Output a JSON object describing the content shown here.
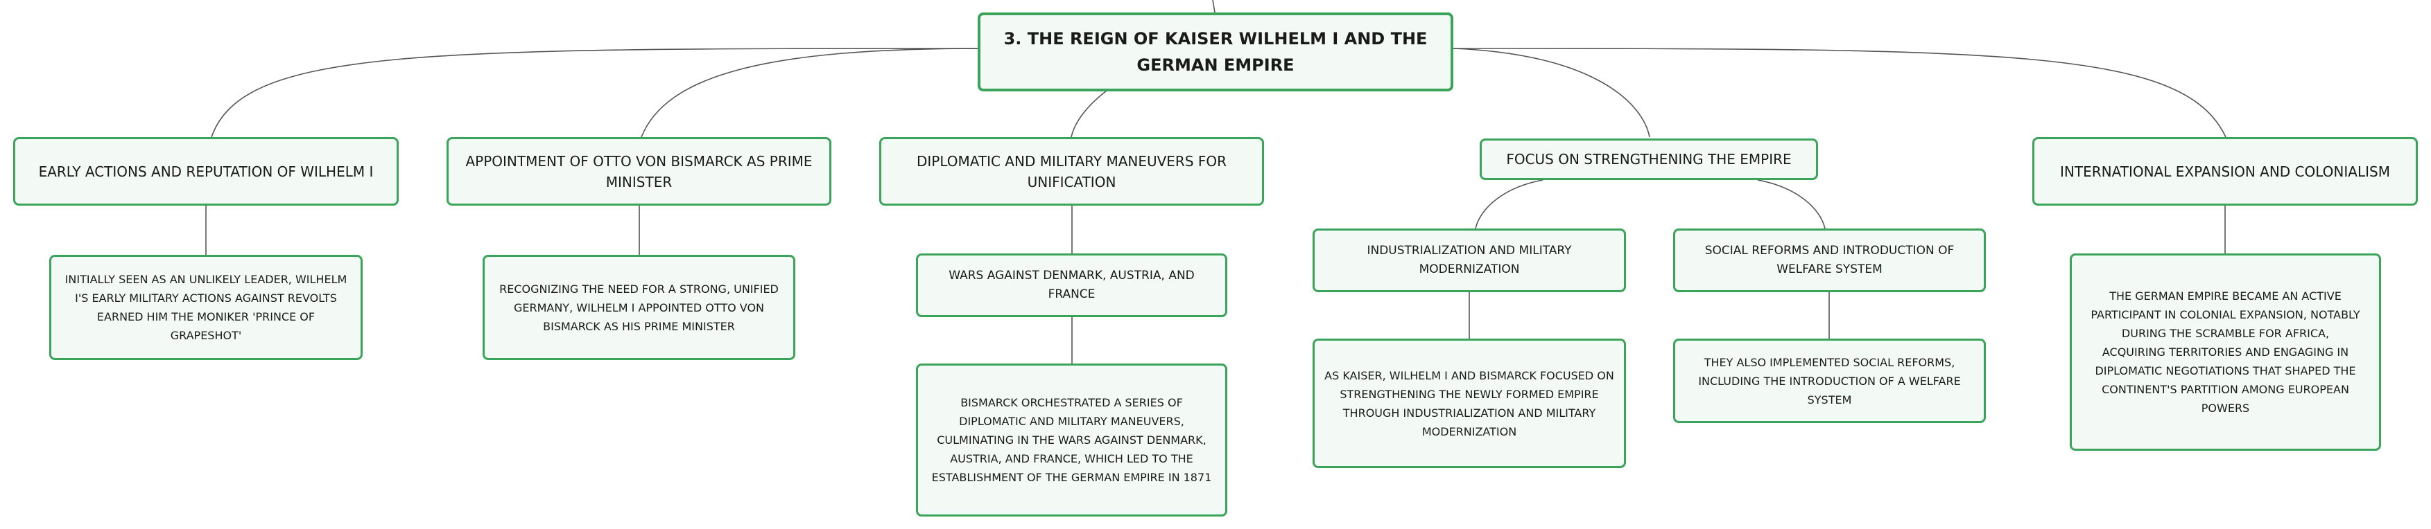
{
  "root": {
    "label": "3. THE REIGN OF KAISER WILHELM I AND THE GERMAN EMPIRE"
  },
  "branches": [
    {
      "label": "EARLY ACTIONS AND REPUTATION OF WILHELM I",
      "detail": "INITIALLY SEEN AS AN UNLIKELY LEADER, WILHELM I'S EARLY MILITARY ACTIONS AGAINST REVOLTS EARNED HIM THE MONIKER 'PRINCE OF GRAPESHOT'"
    },
    {
      "label": "APPOINTMENT OF OTTO VON BISMARCK AS PRIME MINISTER",
      "detail": "RECOGNIZING THE NEED FOR A STRONG, UNIFIED GERMANY, WILHELM I APPOINTED OTTO VON BISMARCK AS HIS PRIME MINISTER"
    },
    {
      "label": "DIPLOMATIC AND MILITARY MANEUVERS FOR UNIFICATION",
      "sub": "WARS AGAINST DENMARK, AUSTRIA, AND FRANCE",
      "detail": "BISMARCK ORCHESTRATED A SERIES OF DIPLOMATIC AND MILITARY MANEUVERS, CULMINATING IN THE WARS AGAINST DENMARK, AUSTRIA, AND FRANCE, WHICH LED TO THE ESTABLISHMENT OF THE GERMAN EMPIRE IN 1871"
    },
    {
      "label": "FOCUS ON STRENGTHENING THE EMPIRE",
      "children": [
        {
          "label": "INDUSTRIALIZATION AND MILITARY MODERNIZATION",
          "detail": "AS KAISER, WILHELM I AND BISMARCK FOCUSED ON STRENGTHENING THE NEWLY FORMED EMPIRE THROUGH INDUSTRIALIZATION AND MILITARY MODERNIZATION"
        },
        {
          "label": "SOCIAL REFORMS AND INTRODUCTION OF WELFARE SYSTEM",
          "detail": "THEY ALSO IMPLEMENTED SOCIAL REFORMS, INCLUDING THE INTRODUCTION OF A WELFARE SYSTEM"
        }
      ]
    },
    {
      "label": "INTERNATIONAL EXPANSION AND COLONIALISM",
      "detail": "THE GERMAN EMPIRE BECAME AN ACTIVE PARTICIPANT IN COLONIAL EXPANSION, NOTABLY DURING THE SCRAMBLE FOR AFRICA, ACQUIRING TERRITORIES AND ENGAGING IN DIPLOMATIC NEGOTIATIONS THAT SHAPED THE CONTINENT'S PARTITION AMONG EUROPEAN POWERS"
    }
  ],
  "colors": {
    "node_border": "#3aa55a",
    "node_fill": "#f3faf5",
    "line": "#555555",
    "text": "#1a1a1a"
  }
}
